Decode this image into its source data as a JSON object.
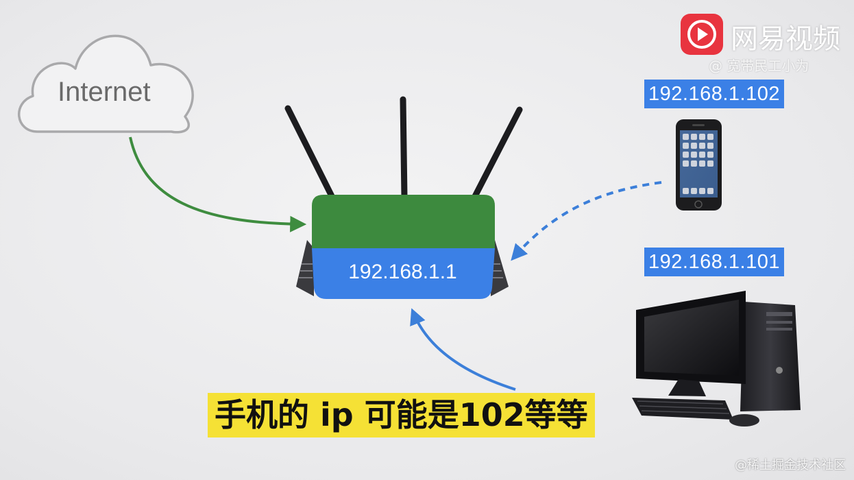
{
  "diagram": {
    "cloud_label": "Internet",
    "router_ip": "192.168.1.1",
    "phone_ip": "192.168.1.102",
    "pc_ip": "192.168.1.101",
    "subtitle": "手机的 ip 可能是102等等"
  },
  "watermark": {
    "brand": "网易视频",
    "user": "@ 宽带民工小为",
    "corner": "@稀土掘金技术社区"
  },
  "colors": {
    "router_top": "#3d8a3e",
    "router_bottom": "#3b80e6",
    "label_bg": "#3b80e6",
    "arrow_green": "#3e8c3f",
    "arrow_blue": "#3c7fd9",
    "subtitle_bg": "#f5e135",
    "brand_red": "#e8343f"
  },
  "icons": [
    "cloud-icon",
    "router-icon",
    "phone-icon",
    "desktop-pc-icon",
    "netease-video-logo-icon"
  ]
}
